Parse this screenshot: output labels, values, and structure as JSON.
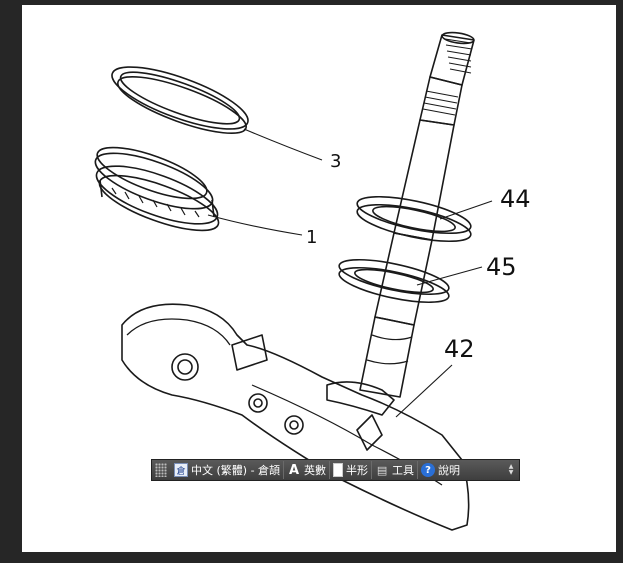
{
  "diagram": {
    "callouts": [
      {
        "id": "3",
        "label": "3"
      },
      {
        "id": "1",
        "label": "1"
      },
      {
        "id": "44",
        "label": "44"
      },
      {
        "id": "45",
        "label": "45"
      },
      {
        "id": "42",
        "label": "42"
      }
    ]
  },
  "ime_toolbar": {
    "input_method": {
      "label": "中文 (繁體) - 倉頡",
      "icon": "ime-icon"
    },
    "alpha_mode": {
      "label": "英數",
      "icon": "letter-a-icon"
    },
    "width_mode": {
      "label": "半形",
      "icon": "half-width-icon"
    },
    "tools": {
      "label": "工具",
      "icon": "tools-icon"
    },
    "help": {
      "label": "說明",
      "icon": "help-icon"
    },
    "options_icon": "chevron-updown-icon"
  },
  "colors": {
    "background": "#262626",
    "toolbar": "#4a4a4a",
    "help_accent": "#2a6fd6"
  }
}
